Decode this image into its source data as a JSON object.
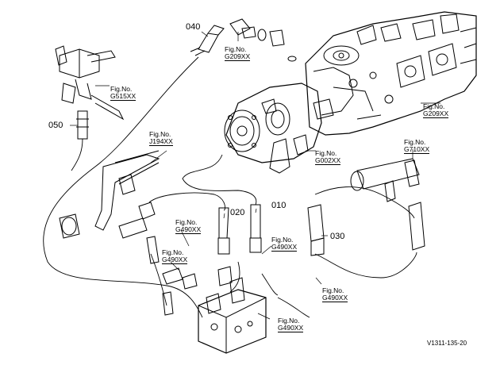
{
  "callouts": [
    {
      "id": "c040",
      "number": "040"
    },
    {
      "id": "c050",
      "number": "050"
    },
    {
      "id": "c020",
      "number": "020"
    },
    {
      "id": "c010",
      "number": "010"
    },
    {
      "id": "c030",
      "number": "030"
    }
  ],
  "fig_refs": [
    {
      "id": "f1",
      "prefix": "Fig.No.",
      "code": "G209XX"
    },
    {
      "id": "f2",
      "prefix": "Fig.No.",
      "code": "G515XX"
    },
    {
      "id": "f3",
      "prefix": "Fig.No.",
      "code": "G209XX"
    },
    {
      "id": "f4",
      "prefix": "Fig.No.",
      "code": "J194XX"
    },
    {
      "id": "f5",
      "prefix": "Fig.No.",
      "code": "G002XX"
    },
    {
      "id": "f6",
      "prefix": "Fig.No.",
      "code": "G710XX"
    },
    {
      "id": "f7",
      "prefix": "Fig.No.",
      "code": "G490XX"
    },
    {
      "id": "f8",
      "prefix": "Fig.No.",
      "code": "G490XX"
    },
    {
      "id": "f9",
      "prefix": "Fig.No.",
      "code": "G490XX"
    },
    {
      "id": "f10",
      "prefix": "Fig.No.",
      "code": "G490XX"
    },
    {
      "id": "f11",
      "prefix": "Fig.No.",
      "code": "G490XX"
    }
  ],
  "drawing_id": "V1311-135-20"
}
